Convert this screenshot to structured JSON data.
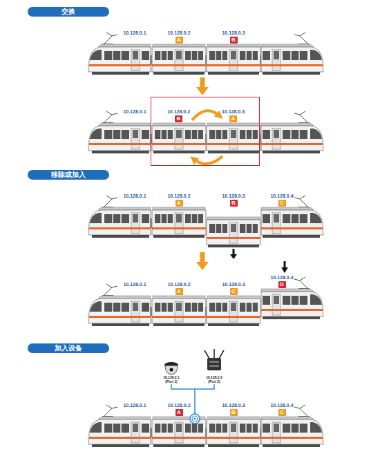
{
  "diagram": {
    "nodes": [
      {
        "text": [
          "交换"
        ]
      },
      {
        "text": [
          "A"
        ]
      },
      {
        "text": [
          "B"
        ]
      },
      {
        "text": [
          "10.128.0.2",
          "10.128.0.3"
        ]
      },
      {
        "text": [
          "B"
        ],
        "in": 3
      },
      {
        "text": [
          "A"
        ],
        "in": 3
      },
      {
        "text": [
          "移除或加入"
        ]
      },
      {
        "text": [
          "A"
        ]
      },
      {
        "text": [
          "B"
        ]
      },
      {
        "text": [
          "C"
        ]
      },
      {
        "text": [
          "A"
        ]
      },
      {
        "text": [
          "C"
        ]
      },
      {
        "text": [
          "D"
        ]
      },
      {
        "text": [
          "加入设备"
        ]
      },
      {
        "text": [
          "A"
        ]
      },
      {
        "text": [
          "B"
        ]
      },
      {
        "text": [
          "C"
        ]
      }
    ],
    "labels": [
      "10.128.0.1",
      "10.128.0.2",
      "10.128.0.3",
      "10.128.0.1",
      "10.128.0.1",
      "10.128.0.2",
      "10.128.0.3",
      "10.128.0.4",
      "10.128.0.1",
      "10.128.0.2",
      "10.128.0.3",
      "10.128.0.4",
      "10.128.2.1 (Port 1)",
      "10.128.2.2 (Port 2)",
      "10.128.0.1",
      "10.128.0.2",
      "10.128.0.3",
      "10.128.0.4"
    ]
  }
}
